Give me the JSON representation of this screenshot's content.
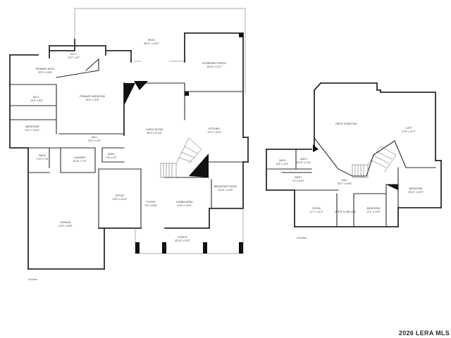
{
  "first_floor": {
    "floor_label": "1st floor",
    "rooms": [
      {
        "id": "patio",
        "name": "PATIO",
        "dims": "56'11\" x 22'0\""
      },
      {
        "id": "wic-top",
        "name": "W.I.C.",
        "dims": "13'7\" x 8'7\""
      },
      {
        "id": "primary-bath",
        "name": "PRIMARY BATH",
        "dims": "22'0\" x 10'6\""
      },
      {
        "id": "screened-porch",
        "name": "SCREENED PORCH",
        "dims": "16'10\" x 17'0\""
      },
      {
        "id": "wic-left",
        "name": "W.I.C.",
        "dims": "14'3\" x 8'6\""
      },
      {
        "id": "primary-bedroom",
        "name": "PRIMARY BEDROOM",
        "dims": "19'6\" x 22'5\""
      },
      {
        "id": "bedroom-left",
        "name": "BEDROOM",
        "dims": "14'1\" x 10'11\""
      },
      {
        "id": "living-room",
        "name": "LIVING ROOM",
        "dims": "18'4\" x 27'10\""
      },
      {
        "id": "kitchen",
        "name": "KITCHEN",
        "dims": "17'0\" x 21'9\""
      },
      {
        "id": "hall-main",
        "name": "HALL",
        "dims": "20'5\" x 4'9\""
      },
      {
        "id": "bath-left",
        "name": "BATH",
        "dims": "7'10\" x 7'6\""
      },
      {
        "id": "laundry",
        "name": "LAUNDRY",
        "dims": "10'11\" x 7'0\""
      },
      {
        "id": "bath-small",
        "name": "BATH",
        "dims": "7'6\" x 4'7\""
      },
      {
        "id": "office",
        "name": "OFFICE",
        "dims": "11'6\" x 16'11\""
      },
      {
        "id": "breakfast-nook",
        "name": "BREAKFAST NOOK",
        "dims": "10'11\" x 12'3\""
      },
      {
        "id": "foyer",
        "name": "FOYER",
        "dims": "7'8\" x 15'8\""
      },
      {
        "id": "dining-area",
        "name": "DINING AREA",
        "dims": "11'6\" x 14'11\""
      },
      {
        "id": "garage",
        "name": "GARAGE",
        "dims": "21'9\" x 28'5\""
      },
      {
        "id": "porch",
        "name": "PORCH",
        "dims": "32'10\" x 13'2\""
      }
    ]
  },
  "second_floor": {
    "floor_label": "2nd floor",
    "rooms": [
      {
        "id": "open-to-below-top",
        "name": "OPEN TO BELOW",
        "dims": ""
      },
      {
        "id": "loft",
        "name": "LOFT",
        "dims": "17'6\" x 21'7\""
      },
      {
        "id": "bath-2a",
        "name": "BATH",
        "dims": "8'8\" x 4'11\""
      },
      {
        "id": "bath-2b",
        "name": "BATH",
        "dims": "10'10\" x 4'11\""
      },
      {
        "id": "bath-2c",
        "name": "BATH",
        "dims": "7'2\" x 5'10\""
      },
      {
        "id": "hall-2",
        "name": "HALL",
        "dims": "30'7\" x 19'8\""
      },
      {
        "id": "bedroom-right",
        "name": "BEDROOM",
        "dims": "10'11\" x 12'3\""
      },
      {
        "id": "room-2",
        "name": "ROOM",
        "dims": "11'7\" x 11'2\""
      },
      {
        "id": "open-to-below-small",
        "name": "OPEN TO BELOW",
        "dims": ""
      },
      {
        "id": "bedroom-center",
        "name": "BEDROOM",
        "dims": "11'1\" x 13'0\""
      }
    ]
  },
  "watermark": "2026 LERA MLS",
  "colors": {
    "wall": "#2b2b2b",
    "thin_line": "#8c8c8c",
    "fill": "#ffffff",
    "dark_fill": "#111111"
  }
}
